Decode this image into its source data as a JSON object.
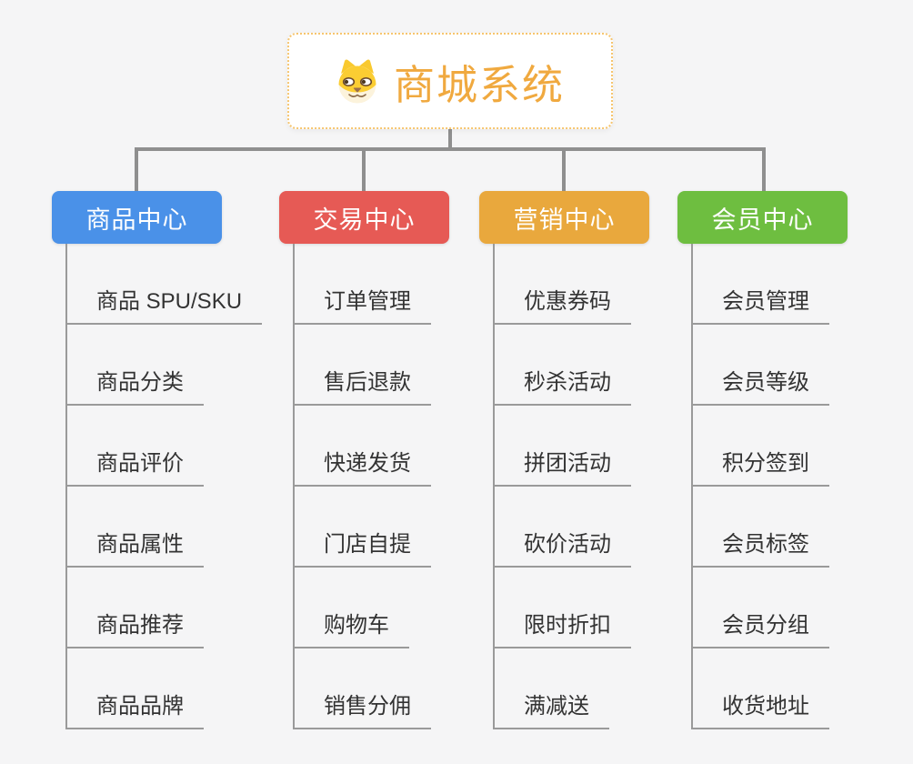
{
  "root": {
    "title": "商城系统",
    "icon": "shiba-dog-icon",
    "text_color": "#F0A93F",
    "border_color": "#F6C56F",
    "background": "#FFFFFF"
  },
  "canvas_background": "#F5F5F6",
  "connector_color": "#8F8F8F",
  "child_line_color": "#9A9A9A",
  "child_text_color": "#333333",
  "branches": [
    {
      "label": "商品中心",
      "color": "#4A91E8",
      "items": [
        "商品 SPU/SKU",
        "商品分类",
        "商品评价",
        "商品属性",
        "商品推荐",
        "商品品牌"
      ]
    },
    {
      "label": "交易中心",
      "color": "#E65A55",
      "items": [
        "订单管理",
        "售后退款",
        "快递发货",
        "门店自提",
        "购物车",
        "销售分佣"
      ]
    },
    {
      "label": "营销中心",
      "color": "#E9A83D",
      "items": [
        "优惠券码",
        "秒杀活动",
        "拼团活动",
        "砍价活动",
        "限时折扣",
        "满减送"
      ]
    },
    {
      "label": "会员中心",
      "color": "#6EBE40",
      "items": [
        "会员管理",
        "会员等级",
        "积分签到",
        "会员标签",
        "会员分组",
        "收货地址"
      ]
    }
  ]
}
